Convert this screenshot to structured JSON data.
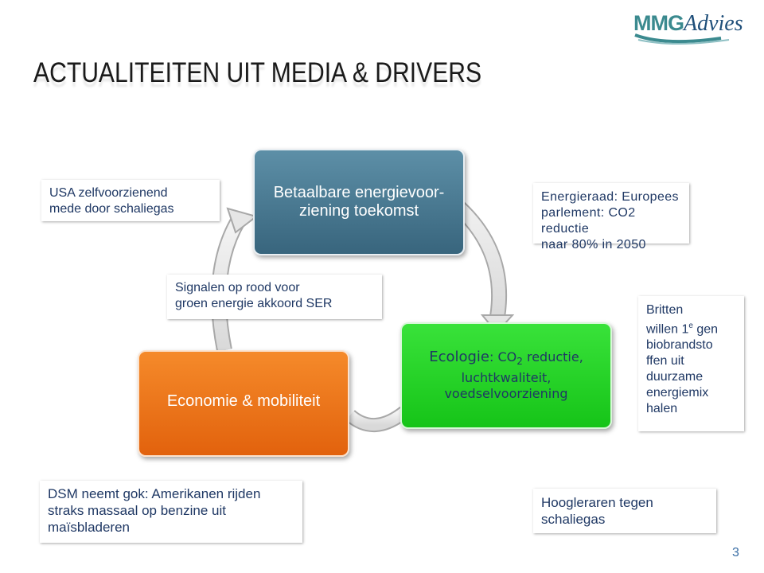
{
  "logo": {
    "mmg": "MMG",
    "advies": "Advies"
  },
  "title": "ACTUALITEITEN UIT MEDIA & DRIVERS",
  "cycle": {
    "top": {
      "line1": "Betaalbare energievoor-",
      "line2": "ziening toekomst"
    },
    "left": {
      "label": "Economie & mobiliteit"
    },
    "right": {
      "label": "Ecologie",
      "line1_rest": ": CO",
      "subscript": "2",
      "line1_end": " reductie,",
      "line2": "luchtkwaliteit,",
      "line3": "voedselvoorziening"
    }
  },
  "notes": {
    "usa": {
      "line1": "USA zelfvoorzienend",
      "line2": "mede door schaliegas"
    },
    "energieraad": {
      "line1": "Energieraad: Europees",
      "line2": "parlement: CO2 reductie",
      "line3": "naar 80% in 2050"
    },
    "signalen": {
      "line1": "Signalen op rood voor",
      "line2": "groen energie akkoord SER"
    },
    "britten": {
      "line1": "Britten",
      "line2_pre": "willen 1",
      "line2_sup": "e",
      "line2_post": " gen",
      "line3": "biobrandsto",
      "line4": "ffen uit",
      "line5": "duurzame",
      "line6": "energiemix",
      "line7": "halen"
    },
    "dsm": {
      "line1": "DSM neemt gok: Amerikanen rijden",
      "line2": "straks massaal op benzine uit",
      "line3": "maïsbladeren"
    },
    "hoogleraren": {
      "line1": "Hoogleraren tegen",
      "line2": "schaliegas"
    }
  },
  "page_number": "3",
  "colors": {
    "node_blue": "#38657d",
    "node_orange": "#e2620d",
    "node_green": "#16c418",
    "note_text": "#1f3864",
    "logo_teal": "#3b8a8f",
    "logo_navy": "#1f4f7a"
  }
}
